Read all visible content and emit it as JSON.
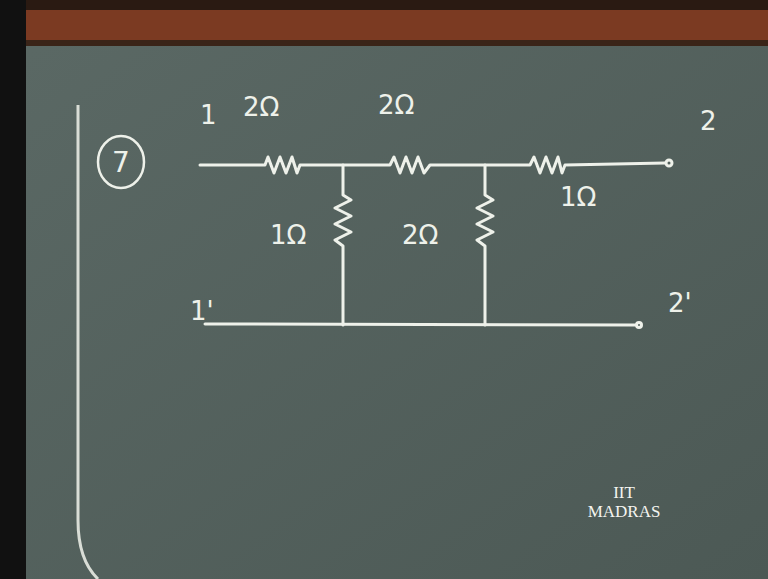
{
  "diagram": {
    "nodes": [
      {
        "text": [
          "7"
        ]
      }
    ],
    "labels": [
      "1",
      "2Ω",
      "2Ω",
      "2",
      "1Ω",
      "1Ω",
      "2Ω",
      "1'",
      "2'",
      "IIT MADRAS"
    ]
  }
}
